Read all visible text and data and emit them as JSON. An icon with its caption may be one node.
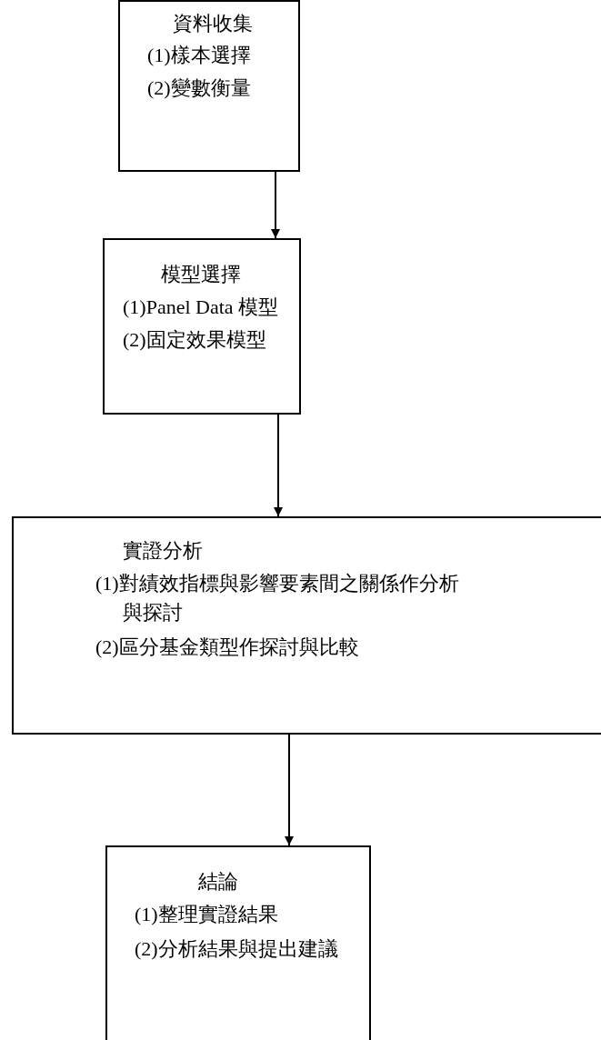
{
  "diagram": {
    "nodes": [
      {
        "text": [
          "資料收集",
          "(1)樣本選擇",
          "(2)變數衡量"
        ]
      },
      {
        "text": [
          "模型選擇",
          "(1)Panel Data 模型",
          "(2)固定效果模型"
        ]
      },
      {
        "text": [
          "實證分析",
          "(1)對績效指標與影響要素間之關係作分析與探討",
          "(2)區分基金類型作探討與比較"
        ]
      },
      {
        "text": [
          "結論",
          "(1)整理實證結果",
          "(2)分析結果與提出建議"
        ]
      }
    ],
    "edges": [
      {
        "from": 0,
        "to": 1,
        "arrow": "to"
      },
      {
        "from": 1,
        "to": 2,
        "arrow": "to"
      },
      {
        "from": 2,
        "to": 3,
        "arrow": "to"
      }
    ]
  }
}
